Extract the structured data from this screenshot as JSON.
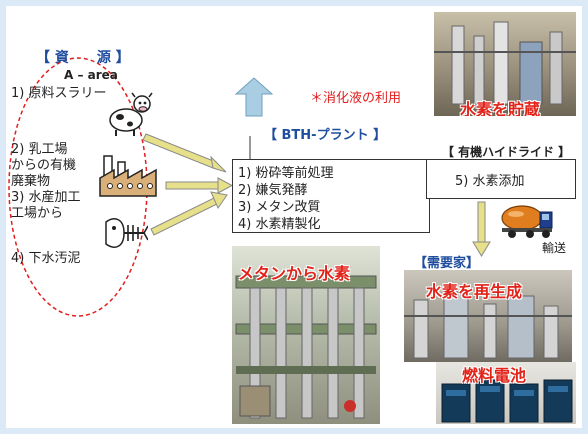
{
  "resources": {
    "title": "【 資　　源 】",
    "area": "A – area",
    "items": [
      "1) 原料スラリー",
      "2) 乳工場",
      "からの有機",
      "廃棄物",
      "3) 水産加工",
      "工場から",
      "4) 下水汚泥"
    ]
  },
  "note": "＊消化液の利用",
  "plant": {
    "label": "【 BTH-プラント 】",
    "steps": [
      "1) 粉砕等前処理",
      "2) 嫌気発酵",
      "3) メタン改質",
      "4) 水素精製化"
    ]
  },
  "hydride": {
    "label": "【 有機ハイドライド 】",
    "step": "5) 水素添加"
  },
  "transport": "輸送",
  "consumer": {
    "label": "【需要家】"
  },
  "photos": {
    "storage": "水素を貯蔵",
    "methane": "メタンから水素",
    "regenerate": "水素を再生成",
    "fuel_cell": "燃料電池"
  },
  "icons": {
    "cow": "cow-icon",
    "factory": "factory-icon",
    "fish": "fish-bone-icon",
    "tanker": "tanker-truck-icon",
    "return_arrow": "return-arrow-icon"
  },
  "colors": {
    "title_blue": "#1f4e9e",
    "accent_red": "#e21e1e",
    "arrow_yellow": "#e7e08a",
    "arrow_outline": "#8a8a8a",
    "return_arrow": "#a9cde3"
  }
}
